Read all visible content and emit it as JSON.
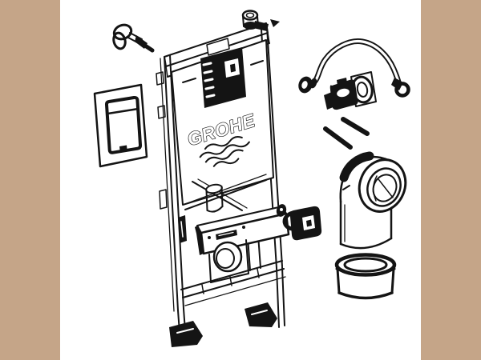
{
  "colors": {
    "letterbox": "#c5a588",
    "background": "#ffffff",
    "ink": "#141414"
  },
  "product": {
    "brand": "GROHE",
    "illustration": "technical-line-drawing",
    "parts": [
      "wall-anchor-bolt",
      "flush-actuation-plate",
      "installation-frame-with-concealed-cistern",
      "service-box",
      "water-inlet-connector",
      "flexible-supply-hose",
      "angle-valve",
      "mounting-rods",
      "mounting-clip",
      "flush-pipe-elbow",
      "wall-sleeve"
    ]
  }
}
